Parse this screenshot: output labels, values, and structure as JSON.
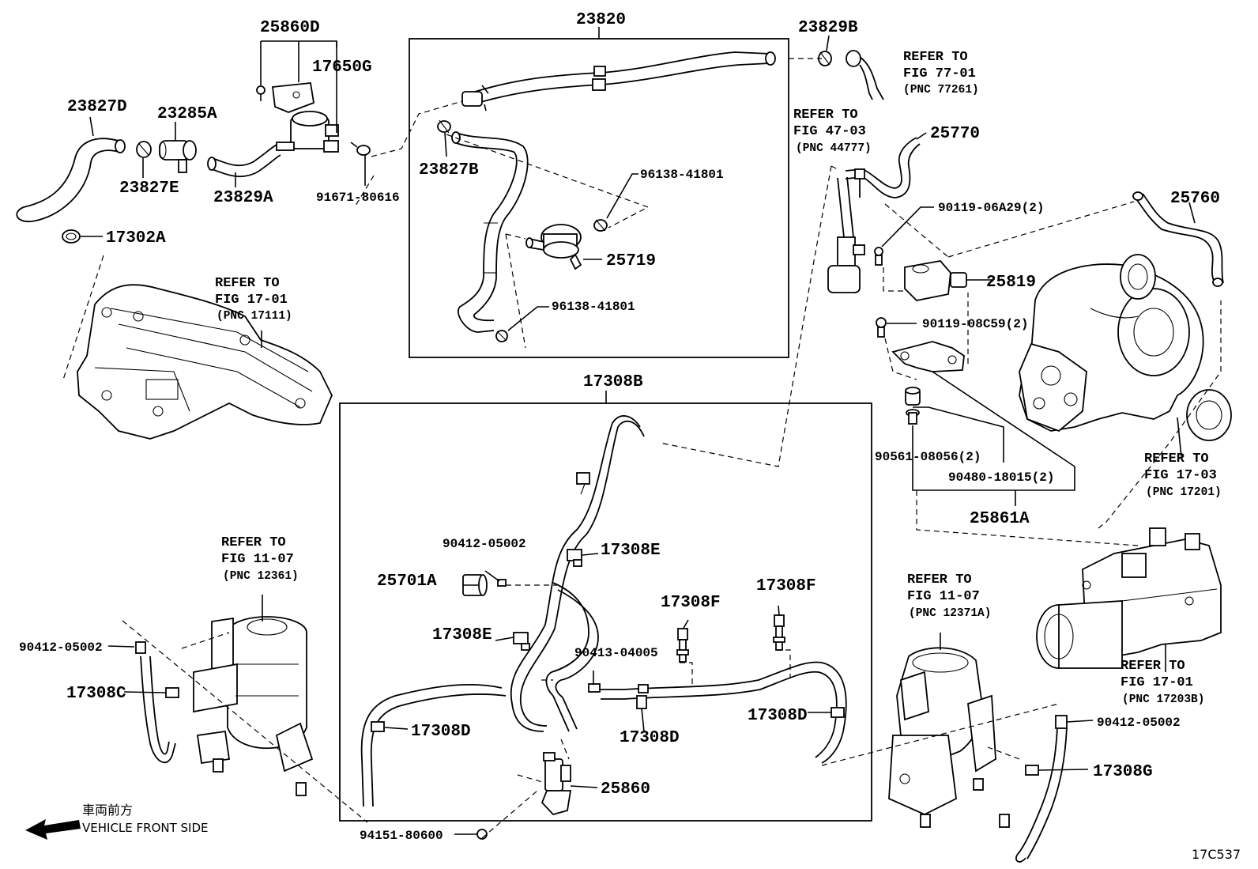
{
  "figure_code": "17C537",
  "direction": {
    "arrow_icon": "left-arrow-icon",
    "label_jp": "車両前方",
    "label_en": "VEHICLE FRONT SIDE"
  },
  "callouts": {
    "p_25860D": "25860D",
    "p_17650G": "17650G",
    "p_23820": "23820",
    "p_23829B": "23829B",
    "p_23827D": "23827D",
    "p_23285A": "23285A",
    "p_23827E": "23827E",
    "p_23829A": "23829A",
    "p_91671": "91671-80616",
    "p_23827B": "23827B",
    "p_96138_a": "96138-41801",
    "p_96138_b": "96138-41801",
    "p_25719": "25719",
    "p_17302A": "17302A",
    "p_25770": "25770",
    "p_90119_06": "90119-06A29(2)",
    "p_25760": "25760",
    "p_25819": "25819",
    "p_90119_08": "90119-08C59(2)",
    "p_90561": "90561-08056(2)",
    "p_90480": "90480-18015(2)",
    "p_25861A": "25861A",
    "p_17308B": "17308B",
    "p_90412_a": "90412-05002",
    "p_17308E_a": "17308E",
    "p_25701A": "25701A",
    "p_17308E_b": "17308E",
    "p_17308F_a": "17308F",
    "p_17308F_b": "17308F",
    "p_90413": "90413-04005",
    "p_17308D_a": "17308D",
    "p_17308D_b": "17308D",
    "p_17308D_c": "17308D",
    "p_25860": "25860",
    "p_94151": "94151-80600",
    "p_90412_b": "90412-05002",
    "p_17308C": "17308C",
    "p_90412_c": "90412-05002",
    "p_17308G": "17308G"
  },
  "references": [
    {
      "l1": "REFER TO",
      "l2": "FIG 77-01",
      "l3": "(PNC 77261)"
    },
    {
      "l1": "REFER TO",
      "l2": "FIG 47-03",
      "l3": "(PNC 44777)"
    },
    {
      "l1": "REFER TO",
      "l2": "FIG 17-01",
      "l3": "(PNC 17111)"
    },
    {
      "l1": "REFER TO",
      "l2": "FIG 17-03",
      "l3": "(PNC 17201)"
    },
    {
      "l1": "REFER TO",
      "l2": "FIG 11-07",
      "l3": "(PNC 12361)"
    },
    {
      "l1": "REFER TO",
      "l2": "FIG 11-07",
      "l3": "(PNC 12371A)"
    },
    {
      "l1": "REFER TO",
      "l2": "FIG 17-01",
      "l3": "(PNC 17203B)"
    }
  ]
}
